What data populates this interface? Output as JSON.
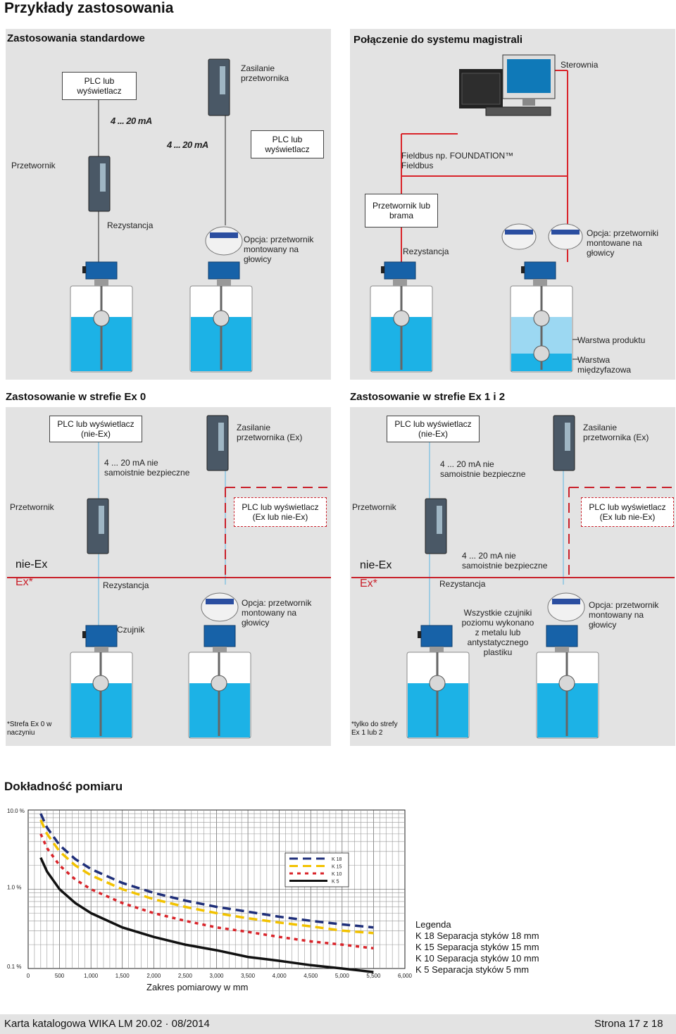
{
  "page_title": "Przykłady zastosowania",
  "sections": {
    "standard": {
      "title": "Zastosowania standardowe",
      "plc1": "PLC lub wyświetlacz",
      "supply": "Zasilanie przetwornika",
      "ma1": "4 ... 20 mA",
      "ma2": "4 ... 20 mA",
      "plc2": "PLC lub wyświetlacz",
      "transmitter": "Przetwornik",
      "resistance": "Rezystancja",
      "option": "Opcja: przetwornik montowany na głowicy"
    },
    "bus": {
      "title": "Połączenie do systemu magistrali",
      "controller": "Sterownia",
      "fieldbus": "Fieldbus np. FOUNDATION™ Fieldbus",
      "gateway": "Przetwornik lub brama",
      "resistance": "Rezystancja",
      "option": "Opcja: przetworniki montowane na głowicy",
      "product_layer": "Warstwa produktu",
      "interface_layer": "Warstwa międzyfazowa"
    },
    "ex0": {
      "title": "Zastosowanie w strefie Ex 0",
      "plc_nonex": "PLC lub wyświetlacz (nie-Ex)",
      "supply_ex": "Zasilanie przetwornika (Ex)",
      "ma_note": "4 ... 20 mA nie samoistnie bezpieczne",
      "transmitter": "Przetwornik",
      "plc_ex": "PLC lub wyświetlacz (Ex lub nie-Ex)",
      "nie_ex": "nie-Ex",
      "ex": "Ex*",
      "resistance": "Rezystancja",
      "sensor": "Czujnik",
      "option": "Opcja: przetwornik montowany na głowicy",
      "footnote": "*Strefa Ex 0 w naczyniu"
    },
    "ex12": {
      "title": "Zastosowanie w strefie Ex 1 i 2",
      "plc_nonex": "PLC lub wyświetlacz (nie-Ex)",
      "supply_ex": "Zasilanie przetwornika (Ex)",
      "ma_note": "4 ... 20 mA nie samoistnie bezpieczne",
      "transmitter": "Przetwornik",
      "plc_ex": "PLC lub wyświetlacz (Ex lub nie-Ex)",
      "nie_ex": "nie-Ex",
      "ex": "Ex*",
      "ma_note2": "4 ... 20 mA nie samoistnie bezpieczne",
      "resistance": "Rezystancja",
      "all_sensors": "Wszystkie czujniki poziomu wykonano z metalu lub antystatycznego plastiku",
      "option": "Opcja: przetwornik montowany na głowicy",
      "footnote": "*tylko do strefy Ex 1 lub 2"
    }
  },
  "accuracy": {
    "title": "Dokładność pomiaru",
    "xlabel": "Zakres pomiarowy w mm",
    "legend_title": "Legenda",
    "legend_items": [
      "K 18 Separacja styków 18 mm",
      "K 15 Separacja styków 15 mm",
      "K 10 Separacja styków 10 mm",
      "K 5 Separacja styków 5 mm"
    ]
  },
  "chart_data": {
    "type": "line",
    "xlabel": "Zakres pomiarowy w mm",
    "ylabel": "",
    "y_scale": "log",
    "xlim": [
      0,
      6000
    ],
    "ylim": [
      0.1,
      10.0
    ],
    "x_ticks": [
      "0",
      "500",
      "1,000",
      "1,500",
      "2,000",
      "2,500",
      "3,000",
      "3,500",
      "4,000",
      "4,500",
      "5,000",
      "5,500",
      "6,000"
    ],
    "y_ticks": [
      "10.0 %",
      "1.0 %",
      "0.1 %"
    ],
    "x": [
      200,
      300,
      500,
      750,
      1000,
      1500,
      2000,
      2500,
      3000,
      3500,
      4000,
      4500,
      5000,
      5500
    ],
    "series": [
      {
        "name": "K 18",
        "color": "#1f2f7a",
        "dash": "long",
        "values": [
          9.0,
          6.0,
          3.6,
          2.4,
          1.8,
          1.2,
          0.9,
          0.72,
          0.6,
          0.52,
          0.45,
          0.4,
          0.36,
          0.33
        ]
      },
      {
        "name": "K 15",
        "color": "#f2c200",
        "dash": "long",
        "values": [
          7.5,
          5.0,
          3.0,
          2.0,
          1.5,
          1.0,
          0.75,
          0.6,
          0.5,
          0.43,
          0.38,
          0.34,
          0.3,
          0.28
        ]
      },
      {
        "name": "K 10",
        "color": "#d9242a",
        "dash": "short",
        "values": [
          5.0,
          3.3,
          2.0,
          1.33,
          1.0,
          0.67,
          0.5,
          0.4,
          0.33,
          0.29,
          0.25,
          0.22,
          0.2,
          0.18
        ]
      },
      {
        "name": "K 5",
        "color": "#111111",
        "dash": "solid",
        "values": [
          2.5,
          1.67,
          1.0,
          0.67,
          0.5,
          0.33,
          0.25,
          0.2,
          0.17,
          0.14,
          0.125,
          0.11,
          0.1,
          0.09
        ]
      }
    ],
    "legend": "top-right",
    "grid": true
  },
  "footer": {
    "left": "Karta katalogowa WIKA LM 20.02 · 08/2014",
    "right": "Strona 17 z 18"
  },
  "colors": {
    "panel_bg": "#e3e3e3",
    "liquid": "#1cb2e6",
    "liquid_light": "#9cd8f2",
    "signal_line": "#d9242a",
    "ex_line": "#c9202a",
    "sensor_blue": "#1762a8"
  }
}
